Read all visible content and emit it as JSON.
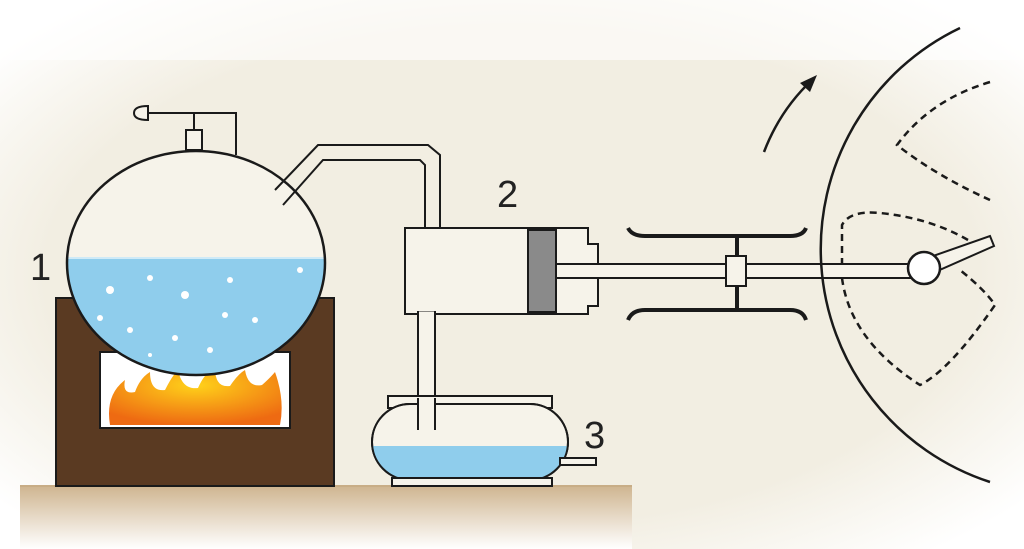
{
  "diagram": {
    "labels": {
      "boiler": "1",
      "cylinder": "2",
      "condenser": "3"
    },
    "colors": {
      "background": "#f2eee2",
      "ground": "#d9c39f",
      "furnace": "#5a3a22",
      "water": "#8fcdec",
      "piston": "#8a8a8a",
      "flame": "#f28a1c",
      "line": "#1a1a1a"
    }
  }
}
